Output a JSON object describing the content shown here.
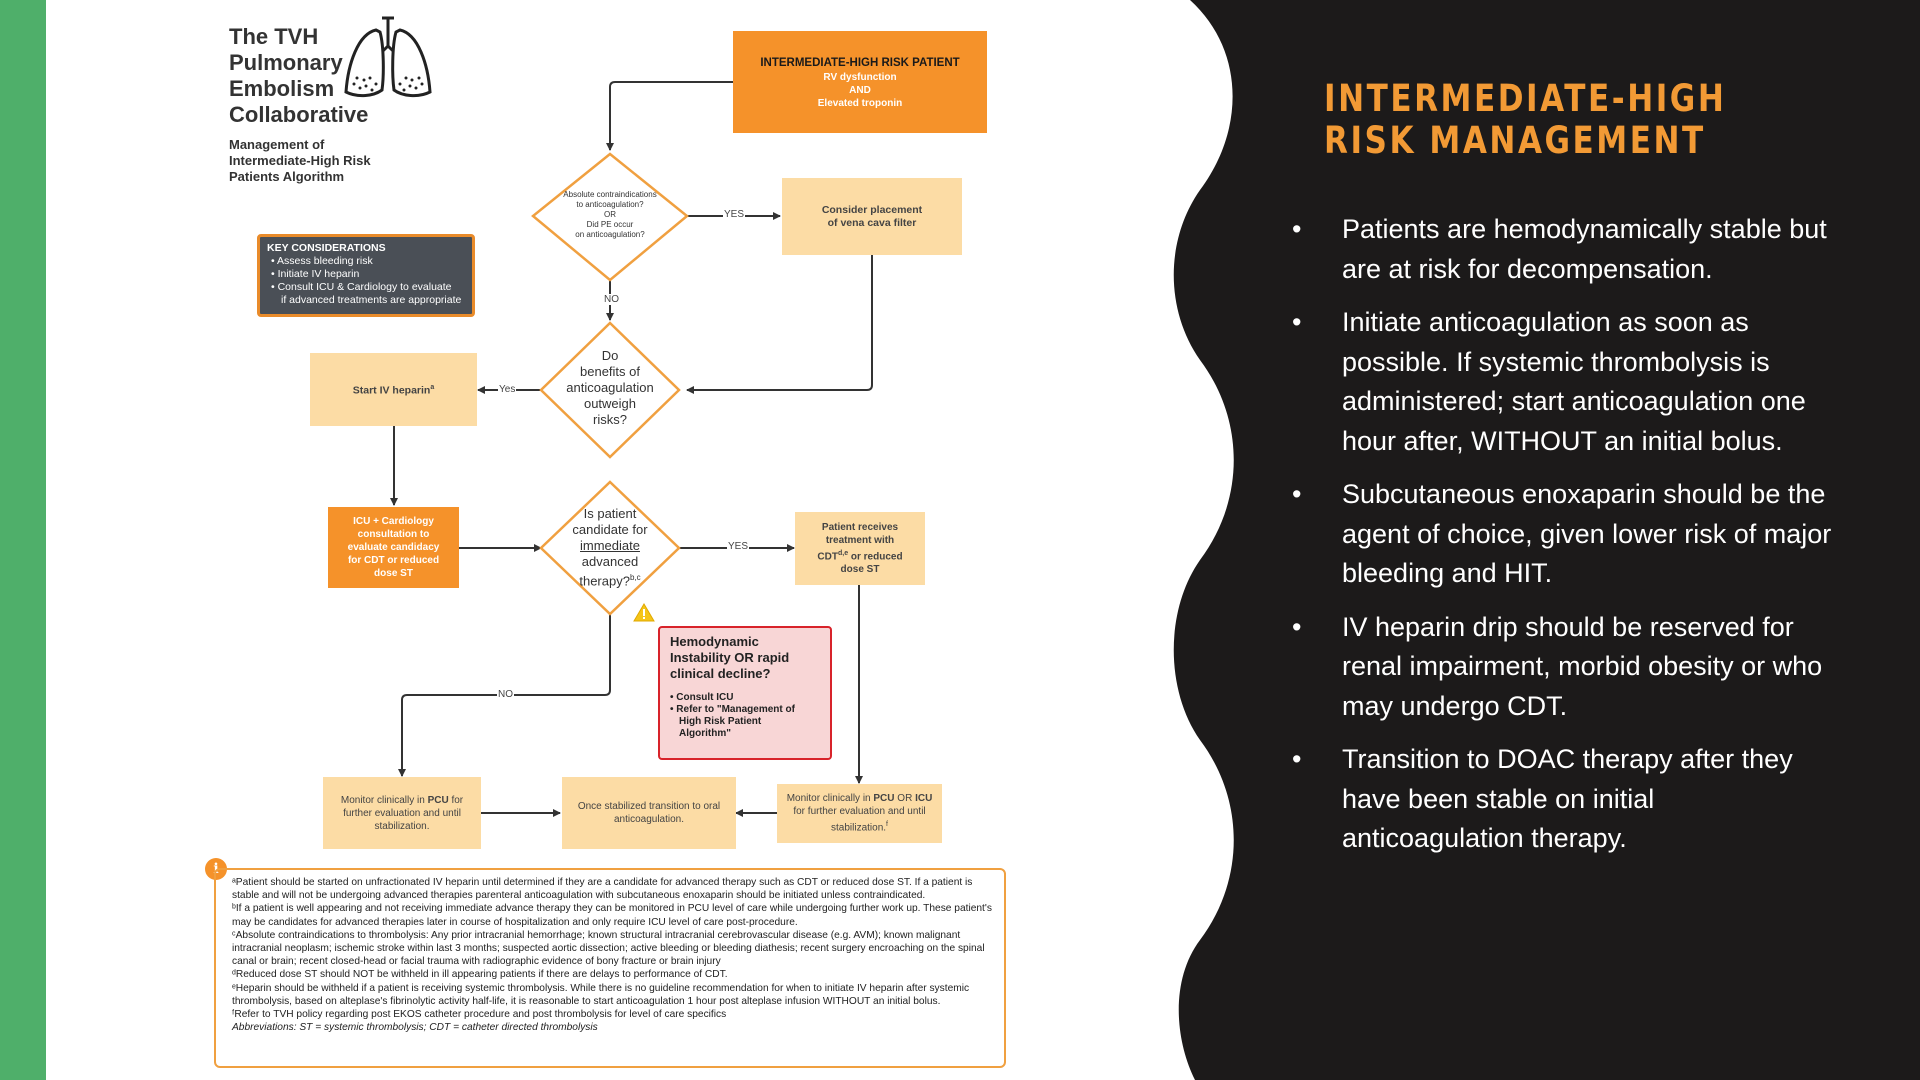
{
  "colors": {
    "green": "#4faf6a",
    "dark": "#1c1a1a",
    "orange": "#f5922a",
    "peach": "#fcdca5",
    "accent_title": "#f29a35"
  },
  "logo": {
    "title_lines": [
      "The TVH",
      "Pulmonary",
      "Embolism",
      "Collaborative"
    ],
    "subtitle_lines": [
      "Management of",
      "Intermediate-High Risk",
      "Patients Algorithm"
    ],
    "icon": "lungs-icon"
  },
  "flow": {
    "start": {
      "title": "INTERMEDIATE-HIGH RISK PATIENT",
      "lines": [
        "RV dysfunction",
        "AND",
        "Elevated troponin"
      ]
    },
    "key": {
      "title": "KEY CONSIDERATIONS",
      "items": [
        "• Assess bleeding risk",
        "• Initiate IV heparin",
        "• Consult ICU & Cardiology to evaluate",
        "  if advanced treatments are appropriate"
      ]
    },
    "d1": {
      "lines": [
        "Absolute contraindications",
        "to anticoagulation?",
        "OR",
        "Did PE occur",
        "on anticoagulation?"
      ]
    },
    "vena": {
      "lines": [
        "Consider placement",
        "of vena cava filter"
      ]
    },
    "d2": {
      "lines": [
        "Do",
        "benefits of",
        "anticoagulation",
        "outweigh",
        "risks?"
      ]
    },
    "heparin": {
      "text": "Start IV heparin",
      "sup": "a"
    },
    "icu": {
      "lines": [
        "ICU + Cardiology",
        "consultation to",
        "evaluate candidacy",
        "for CDT or reduced",
        "dose ST"
      ]
    },
    "d3": {
      "line1": "Is patient",
      "line2": "candidate for",
      "line3": "immediate",
      "line4": "advanced",
      "line5": "therapy?",
      "sup": "b,c"
    },
    "receives": {
      "line1": "Patient receives",
      "line2": "treatment with",
      "line3a": "CDT",
      "sup": "d,e",
      "line3b": " or reduced",
      "line4": "dose ST"
    },
    "red": {
      "title_lines": [
        "Hemodynamic",
        "Instability OR rapid",
        "clinical decline?"
      ],
      "items": [
        "• Consult ICU",
        "• Refer to \"Management of",
        "  High Risk Patient",
        "  Algorithm\""
      ]
    },
    "monitor_pcu": {
      "pre": "Monitor clinically in ",
      "bold": "PCU",
      "post": " for",
      "line2": "further evaluation and until",
      "line3": "stabilization."
    },
    "oral": {
      "lines": [
        "Once stabilized transition to oral",
        "anticoagulation."
      ]
    },
    "monitor_icu": {
      "pre": "Monitor clinically in ",
      "bold1": "PCU",
      "mid": " OR ",
      "bold2": "ICU",
      "line2": "for further evaluation and until",
      "line3": "stabilization.",
      "sup": "f"
    },
    "labels": {
      "yes1": "YES",
      "no1": "NO",
      "yes2": "Yes",
      "yes3": "YES",
      "no2": "NO"
    }
  },
  "footnotes": [
    "ᵃPatient should be started on unfractionated IV heparin until determined if they are a candidate for advanced therapy such as CDT or reduced dose ST. If a patient is stable and will not be undergoing advanced therapies parenteral anticoagulation with subcutaneous enoxaparin should be initiated unless contraindicated.",
    "ᵇIf a patient is well appearing and not receiving immediate advance therapy they can be monitored in PCU level of care while undergoing further work up. These patient's may be candidates for advanced therapies later in course of hospitalization and only require ICU level of care post-procedure.",
    "ᶜAbsolute contraindications to thrombolysis: Any prior intracranial hemorrhage; known structural intracranial cerebrovascular disease (e.g. AVM); known malignant intracranial neoplasm; ischemic stroke within last 3 months; suspected aortic dissection; active bleeding or bleeding diathesis; recent surgery encroaching on the spinal canal or brain; recent closed-head or facial trauma with radiographic evidence of bony fracture or brain injury",
    "ᵈReduced dose ST should NOT be withheld in ill appearing patients if there are delays to performance of CDT.",
    "ᵉHeparin should be withheld if a patient is receiving systemic thrombolysis. While there is no guideline recommendation for when to initiate IV heparin after systemic thrombolysis, based on alteplase's fibrinolytic activity half-life, it is reasonable to start anticoagulation 1 hour post alteplase infusion WITHOUT an initial bolus.",
    "ᶠRefer to TVH policy regarding post EKOS catheter procedure and post thrombolysis for level of care specifics"
  ],
  "abbreviations": "Abbreviations: ST = systemic thrombolysis; CDT = catheter directed thrombolysis",
  "right": {
    "title_lines": [
      "INTERMEDIATE-HIGH",
      "RISK MANAGEMENT"
    ],
    "bullet_glyph": "•",
    "bullets": [
      "Patients are hemodynamically stable but are at risk for decompensation.",
      "Initiate anticoagulation as soon as possible. If systemic thrombolysis is administered; start anticoagulation one hour after, WITHOUT an initial bolus.",
      "Subcutaneous enoxaparin should be the agent of choice, given lower risk of major bleeding and HIT.",
      "IV heparin drip should be reserved for renal impairment, morbid obesity or who may undergo CDT.",
      "Transition to DOAC therapy after they have been stable on initial anticoagulation therapy."
    ]
  }
}
